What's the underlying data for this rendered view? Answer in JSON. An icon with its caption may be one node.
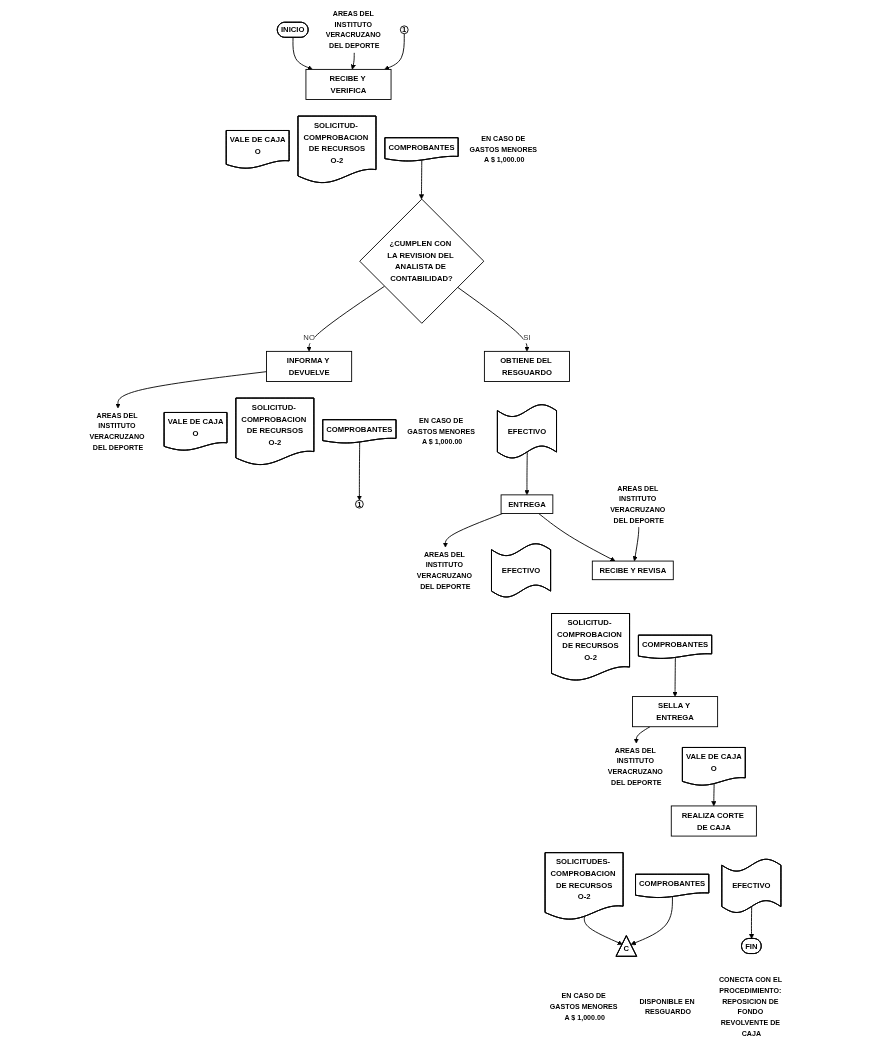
{
  "diagram": {
    "nodes": [
      {
        "text": [
          "INICIO"
        ]
      },
      {
        "text": [
          "AREAS DEL INSTITUTO VERACRUZANO DEL DEPORTE"
        ]
      },
      {
        "text": [
          "1"
        ]
      },
      {
        "text": [
          "RECIBE Y VERIFICA"
        ]
      },
      {
        "text": [
          "VALE DE CAJA",
          "O"
        ]
      },
      {
        "text": [
          "SOLICITUD- COMPROBACION DE RECURSOS",
          "O-2"
        ]
      },
      {
        "text": [
          "COMPROBANTES"
        ],
        "beside": [
          "EN CASO DE GASTOS MENORES A $ 1,000.00"
        ]
      },
      {
        "text": [
          "¿CUMPLEN CON LA REVISION DEL ANALISTA DE CONTABILIDAD?"
        ]
      },
      {
        "text": [
          "INFORMA Y DEVUELVE"
        ]
      },
      {
        "text": [
          "AREAS DEL INSTITUTO VERACRUZANO DEL DEPORTE"
        ]
      },
      {
        "text": [
          "VALE DE CAJA",
          "O"
        ]
      },
      {
        "text": [
          "SOLICITUD- COMPROBACION DE RECURSOS",
          "O-2"
        ]
      },
      {
        "text": [
          "COMPROBANTES"
        ],
        "beside": [
          "EN CASO DE GASTOS MENORES A $ 1,000.00"
        ]
      },
      {
        "text": [
          "1"
        ]
      },
      {
        "text": [
          "OBTIENE DEL RESGUARDO"
        ]
      },
      {
        "text": [
          "EFECTIVO"
        ]
      },
      {
        "text": [
          "ENTREGA"
        ]
      },
      {
        "text": [
          "AREAS DEL INSTITUTO VERACRUZANO DEL DEPORTE"
        ]
      },
      {
        "text": [
          "EFECTIVO"
        ]
      },
      {
        "text": [
          "AREAS DEL INSTITUTO VERACRUZANO DEL DEPORTE"
        ]
      },
      {
        "text": [
          "RECIBE Y REVISA"
        ]
      },
      {
        "text": [
          "SOLICITUD- COMPROBACION DE RECURSOS",
          "O-2"
        ]
      },
      {
        "text": [
          "COMPROBANTES"
        ]
      },
      {
        "text": [
          "SELLA Y ENTREGA"
        ]
      },
      {
        "text": [
          "AREAS DEL INSTITUTO VERACRUZANO DEL DEPORTE"
        ]
      },
      {
        "text": [
          "VALE DE CAJA",
          "O"
        ]
      },
      {
        "text": [
          "REALIZA CORTE DE CAJA"
        ]
      },
      {
        "text": [
          "SOLICITUDES- COMPROBACION DE RECURSOS",
          "O-2"
        ]
      },
      {
        "text": [
          "COMPROBANTES"
        ]
      },
      {
        "text": [
          "EFECTIVO"
        ]
      },
      {
        "text": [
          "C"
        ],
        "beside": [
          "EN CASO DE GASTOS MENORES A $ 1,000.00",
          "DISPONIBLE EN RESGUARDO"
        ]
      },
      {
        "text": [
          "FIN"
        ],
        "beside": [
          "CONECTA CON EL PROCEDIMIENTO: REPOSICION DE FONDO REVOLVENTE DE CAJA"
        ]
      }
    ],
    "edges": [
      {
        "from": 0,
        "to": 3,
        "arrow": "to"
      },
      {
        "from": 1,
        "to": 3,
        "arrow": "to"
      },
      {
        "from": 2,
        "to": 3,
        "arrow": "to"
      },
      {
        "from": 6,
        "to": 7,
        "arrow": "to"
      },
      {
        "from": 7,
        "to": 8,
        "arrow": "to",
        "label": "NO"
      },
      {
        "from": 8,
        "to": 9,
        "arrow": "to"
      },
      {
        "from": 12,
        "to": 13,
        "arrow": "to"
      },
      {
        "from": 7,
        "to": 14,
        "arrow": "to",
        "label": "SI"
      },
      {
        "from": 15,
        "to": 16,
        "arrow": "to"
      },
      {
        "from": 16,
        "to": 17,
        "arrow": "to"
      },
      {
        "from": 16,
        "to": 20,
        "arrow": "to"
      },
      {
        "from": 19,
        "to": 20,
        "arrow": "to"
      },
      {
        "from": 22,
        "to": 23,
        "arrow": "to"
      },
      {
        "from": 23,
        "to": 24,
        "arrow": "to"
      },
      {
        "from": 25,
        "to": 26,
        "arrow": "to"
      },
      {
        "from": 27,
        "to": 30,
        "arrow": "to"
      },
      {
        "from": 28,
        "to": 30,
        "arrow": "to"
      },
      {
        "from": 29,
        "to": 31,
        "arrow": "to"
      }
    ]
  }
}
